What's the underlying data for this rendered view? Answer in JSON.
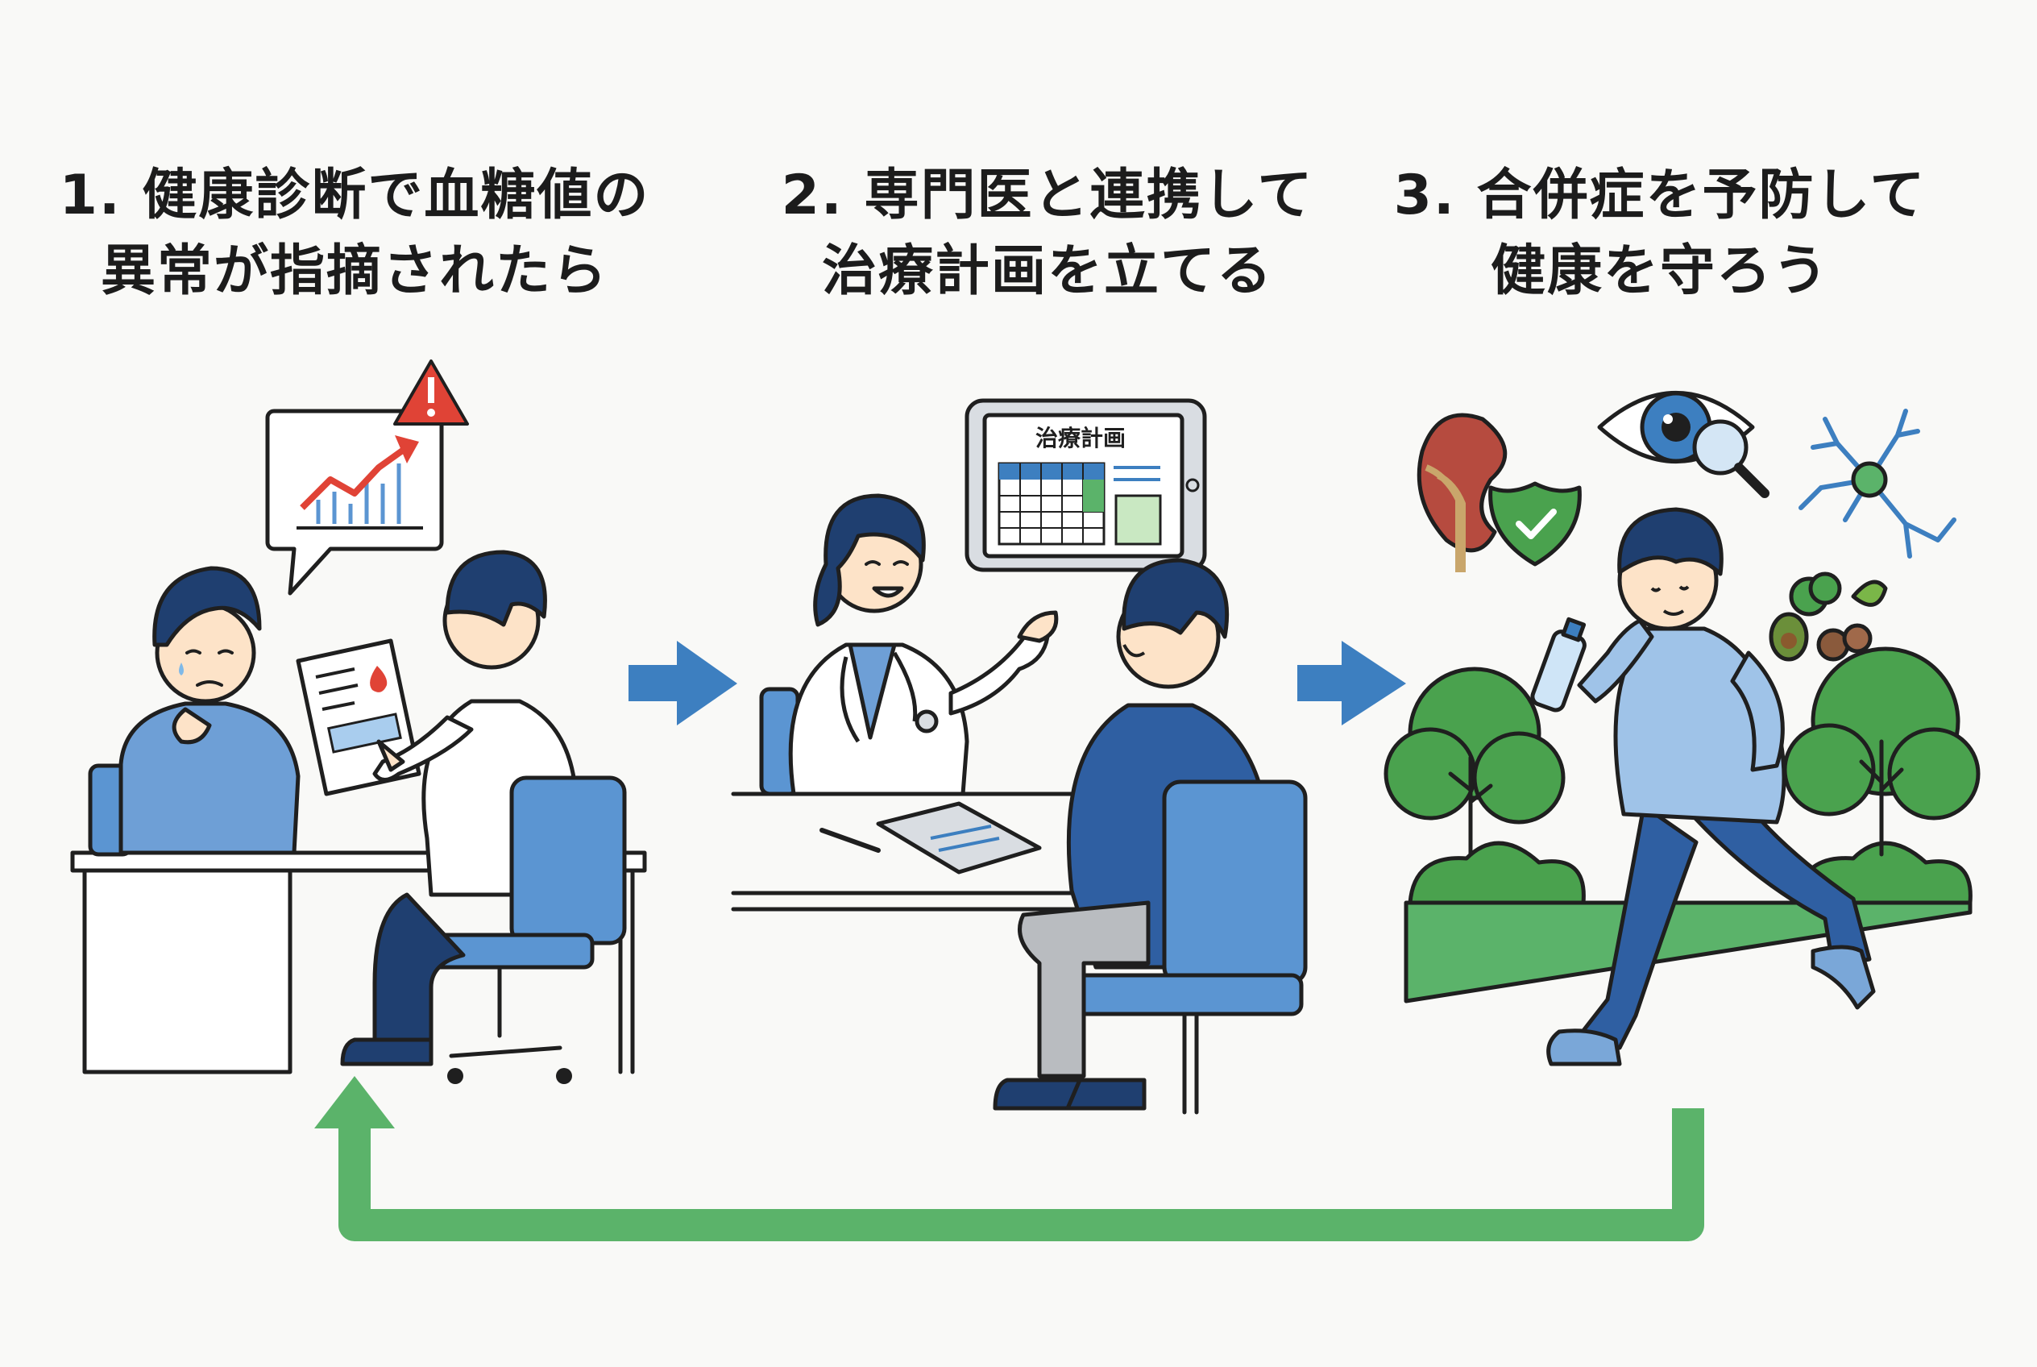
{
  "steps": [
    {
      "number": "1.",
      "line1": "健康診断で血糖値の",
      "line2": "異常が指摘されたら"
    },
    {
      "number": "2.",
      "line1": "専門医と連携して",
      "line2": "治療計画を立てる"
    },
    {
      "number": "3.",
      "line1": "合併症を予防して",
      "line2": "健康を守ろう"
    }
  ],
  "tablet_label": "治療計画",
  "colors": {
    "arrow_blue": "#3d7fc0",
    "cycle_green": "#5bb36a",
    "shirt_blue": "#4a82c3",
    "chair_blue": "#5b95d2",
    "navy": "#1f3f70",
    "alert_red": "#e04336",
    "tree_green": "#4aa24e"
  },
  "icons": [
    "warning-icon",
    "trend-chart-icon",
    "blood-drop-icon",
    "kidney-icon",
    "shield-check-icon",
    "eye-icon",
    "magnifier-icon",
    "nerve-cell-icon",
    "vegetables-icon",
    "water-bottle-icon"
  ]
}
